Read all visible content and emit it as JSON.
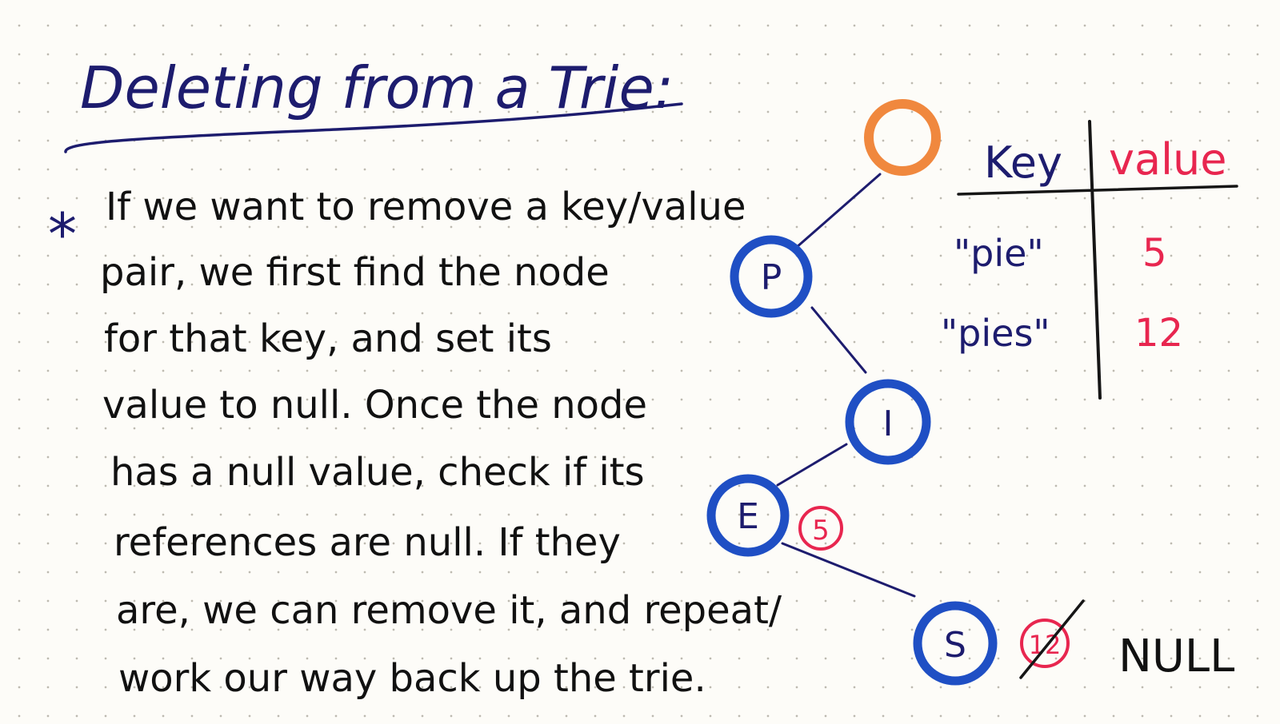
{
  "title": "Deleting from a Trie:",
  "bullet_symbol": "*",
  "body_lines": [
    "If we want to remove a key/value",
    "pair, we first find the node",
    "for that key, and set its",
    "value to null. Once the node",
    "has a null value, check if its",
    "references are null. If they",
    "are, we can remove it, and repeat/",
    "work our way back up the trie."
  ],
  "table": {
    "key_header": "Key",
    "value_header": "value",
    "rows": [
      {
        "key": "\"pie\"",
        "value": "5"
      },
      {
        "key": "\"pies\"",
        "value": "12"
      }
    ]
  },
  "trie": {
    "nodes": [
      {
        "id": "root",
        "label": ""
      },
      {
        "id": "p",
        "label": "P"
      },
      {
        "id": "i",
        "label": "I"
      },
      {
        "id": "e",
        "label": "E",
        "value": "5"
      },
      {
        "id": "s",
        "label": "S",
        "value": "12",
        "crossed_out": true
      }
    ],
    "null_label": "NULL"
  },
  "colors": {
    "ink": "#1d1c6e",
    "node_blue": "#1f4fc4",
    "root_orange": "#f0883e",
    "value_red": "#e8264f",
    "black": "#161616"
  }
}
